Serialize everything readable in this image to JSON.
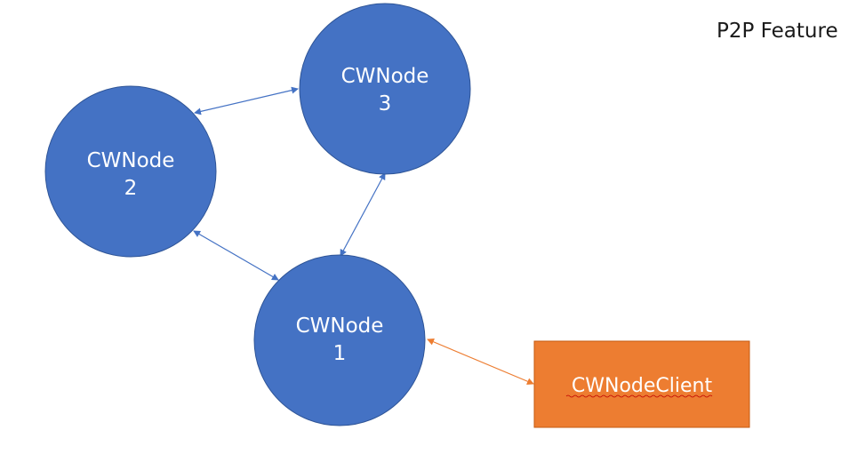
{
  "title": "P2P Feature",
  "nodes": [
    {
      "name": "CWNode",
      "number": "1"
    },
    {
      "name": "CWNode",
      "number": "2"
    },
    {
      "name": "CWNode",
      "number": "3"
    }
  ],
  "client": {
    "label": "CWNodeClient"
  },
  "colors": {
    "node_fill": "#4472C4",
    "node_stroke": "#2F5597",
    "client_fill": "#ED7D31",
    "client_stroke": "#C55A11",
    "node_link": "#4472C4",
    "client_link": "#ED7D31"
  }
}
